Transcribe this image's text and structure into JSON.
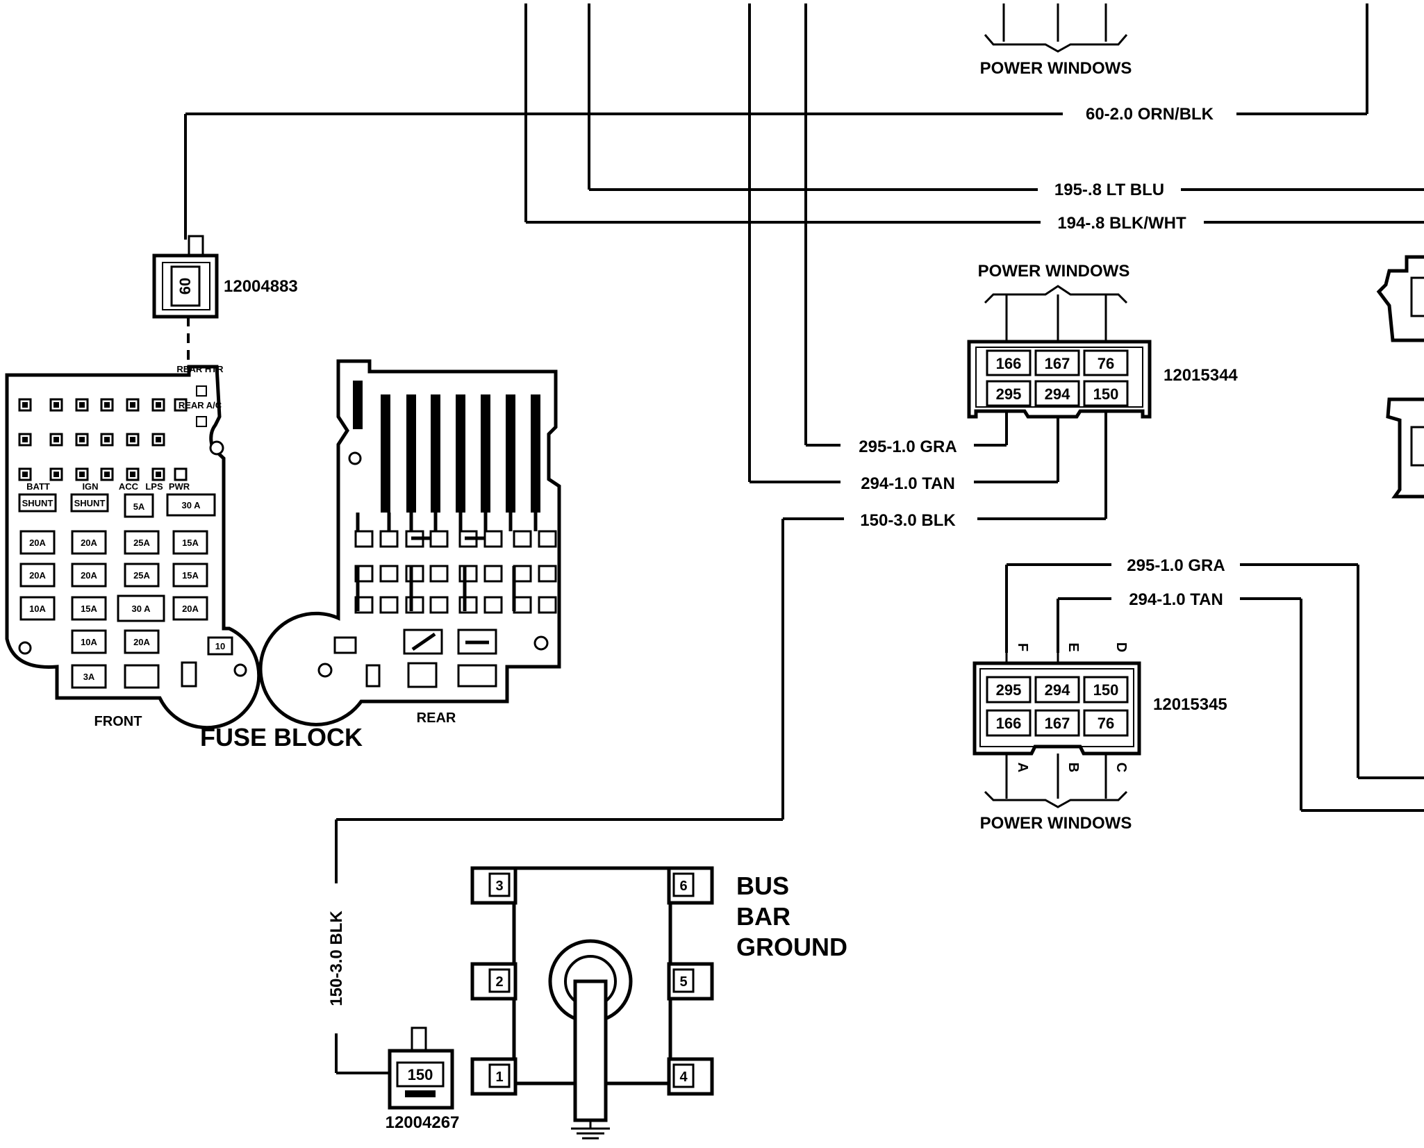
{
  "wires": {
    "w60": "60-2.0 ORN/BLK",
    "w195": "195-.8 LT BLU",
    "w194": "194-.8 BLK/WHT",
    "w295a": "295-1.0 GRA",
    "w294a": "294-1.0 TAN",
    "w150a": "150-3.0 BLK",
    "w295b": "295-1.0 GRA",
    "w294b": "294-1.0 TAN",
    "w150v": "150-3.0 BLK"
  },
  "labels": {
    "power_windows_top": "POWER WINDOWS",
    "power_windows_mid": "POWER WINDOWS",
    "power_windows_bot": "POWER WINDOWS",
    "fuse_block": "FUSE BLOCK",
    "front": "FRONT",
    "rear": "REAR",
    "bus_bar_1": "BUS",
    "bus_bar_2": "BAR",
    "bus_bar_3": "GROUND"
  },
  "connectors": {
    "c12004883": {
      "part": "12004883",
      "pin": "60"
    },
    "c12015344": {
      "part": "12015344",
      "pins_top": [
        "166",
        "167",
        "76"
      ],
      "pins_bottom": [
        "295",
        "294",
        "150"
      ]
    },
    "c12015345": {
      "part": "12015345",
      "pins_top": [
        "295",
        "294",
        "150"
      ],
      "pins_bottom": [
        "166",
        "167",
        "76"
      ],
      "letters_top": [
        "F",
        "E",
        "D"
      ],
      "letters_bottom": [
        "A",
        "B",
        "C"
      ]
    },
    "c12004267": {
      "part": "12004267",
      "pin": "150"
    }
  },
  "bus_bar_terminals": [
    "3",
    "2",
    "1",
    "6",
    "5",
    "4"
  ],
  "fuse_block_front": {
    "fuse_values": [
      "20A",
      "20A",
      "25A",
      "15A",
      "20A",
      "20A",
      "25A",
      "15A",
      "10A",
      "15A",
      "30 A",
      "20A",
      "10A",
      "20A",
      "3A",
      "5A",
      "30 A"
    ],
    "small_labels": [
      "BATT",
      "IGN",
      "ACC",
      "LPS",
      "PWR",
      "SHUNT",
      "SHUNT",
      "REAR HTR",
      "REAR A/C",
      "10"
    ]
  }
}
